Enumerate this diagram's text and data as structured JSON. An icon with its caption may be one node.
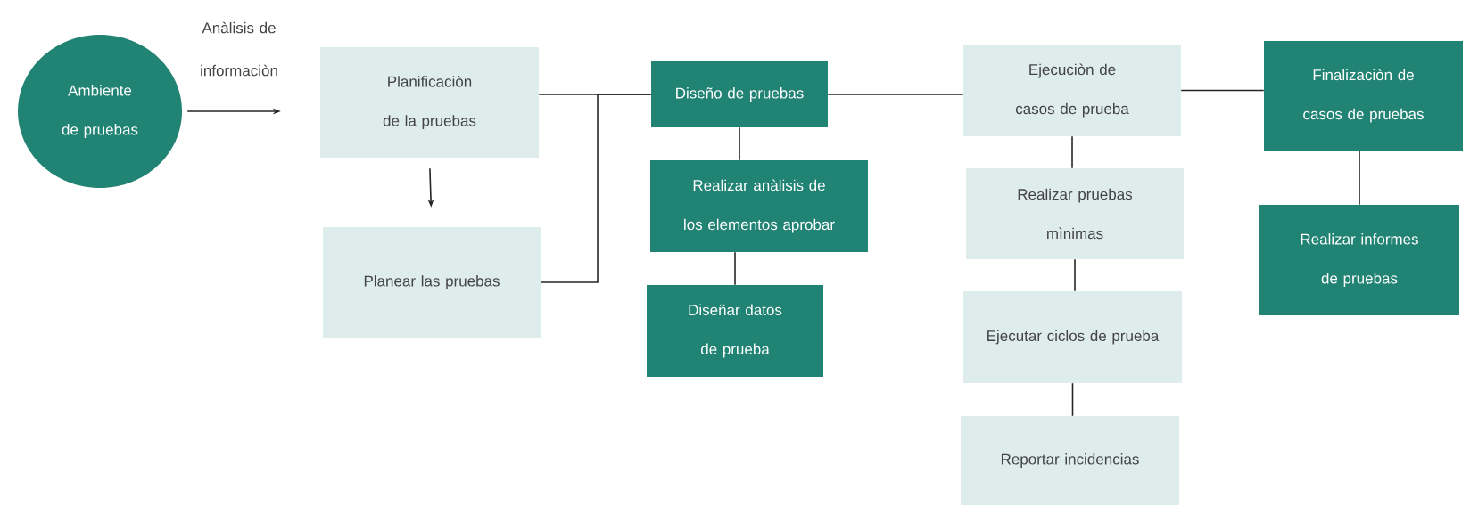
{
  "diagram": {
    "nodes": [
      {
        "text": [
          "Ambiente de pruebas"
        ]
      },
      {
        "text": [
          "Planificaciòn de la pruebas"
        ]
      },
      {
        "text": [
          "Planear las pruebas"
        ]
      },
      {
        "text": [
          "Diseño de pruebas"
        ]
      },
      {
        "text": [
          "Realizar anàlisis de los elementos aprobar"
        ]
      },
      {
        "text": [
          "Diseñar datos de prueba"
        ]
      },
      {
        "text": [
          "Ejecuciòn de casos de prueba"
        ]
      },
      {
        "text": [
          "Realizar pruebas mìnimas"
        ]
      },
      {
        "text": [
          "Ejecutar ciclos de prueba"
        ]
      },
      {
        "text": [
          "Reportar incidencias"
        ]
      },
      {
        "text": [
          "Finalizaciòn de casos de pruebas"
        ]
      },
      {
        "text": [
          "Realizar informes de pruebas"
        ]
      }
    ],
    "edges": [
      {
        "from": 0,
        "to": 1,
        "arrow": "to",
        "label": "Anàlisis de informaciòn"
      },
      {
        "from": 1,
        "to": 2,
        "arrow": "to"
      },
      {
        "from": 1,
        "to": 3,
        "arrow": "none"
      },
      {
        "from": 2,
        "to": 3,
        "arrow": "none"
      },
      {
        "from": 3,
        "to": 4,
        "arrow": "none"
      },
      {
        "from": 4,
        "to": 5,
        "arrow": "none"
      },
      {
        "from": 3,
        "to": 6,
        "arrow": "none"
      },
      {
        "from": 6,
        "to": 7,
        "arrow": "none"
      },
      {
        "from": 7,
        "to": 8,
        "arrow": "none"
      },
      {
        "from": 8,
        "to": 9,
        "arrow": "none"
      },
      {
        "from": 6,
        "to": 10,
        "arrow": "none"
      },
      {
        "from": 10,
        "to": 11,
        "arrow": "none"
      }
    ]
  }
}
